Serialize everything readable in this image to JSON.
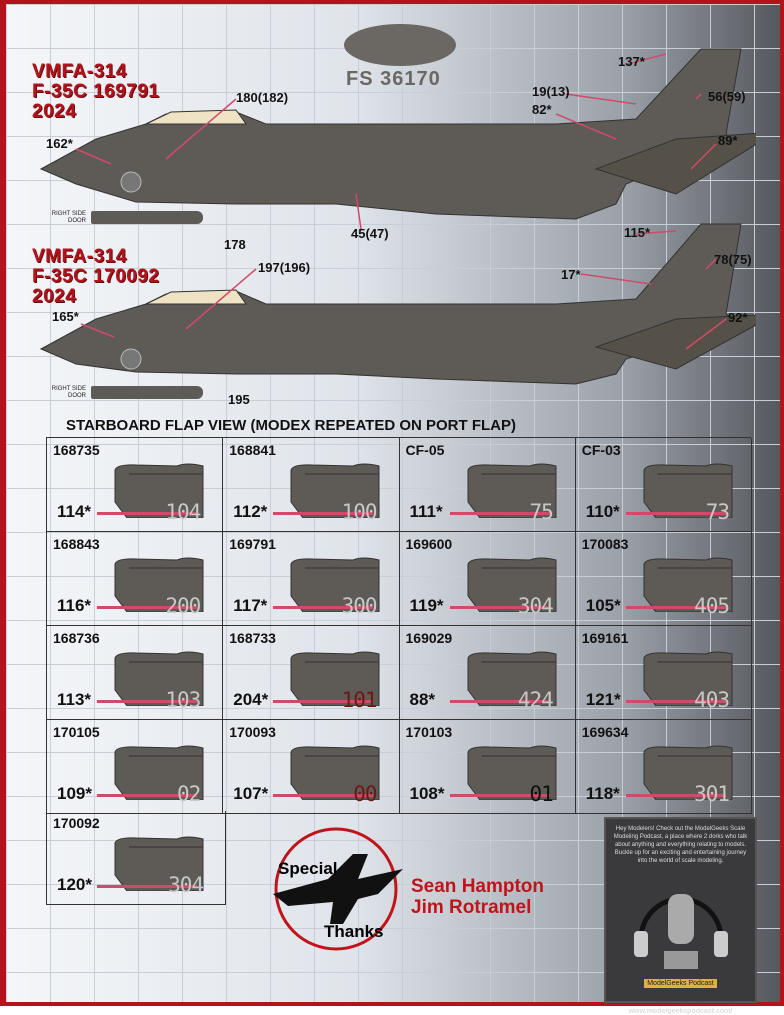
{
  "paint_chip": {
    "label": "FS 36170",
    "color": "#6b6863"
  },
  "aircraft": [
    {
      "title_lines": [
        "VMFA-314",
        "F-35C 169791",
        "2024"
      ],
      "callouts": [
        "137*",
        "19(13)",
        "56(59)",
        "82*",
        "89*",
        "162*",
        "180(182)",
        "45(47)",
        "178"
      ],
      "door_label": "RIGHT SIDE DOOR"
    },
    {
      "title_lines": [
        "VMFA-314",
        "F-35C 170092",
        "2024"
      ],
      "callouts": [
        "115*",
        "17*",
        "78(75)",
        "92*",
        "165*",
        "197(196)",
        "195"
      ],
      "door_label": "RIGHT SIDE DOOR"
    }
  ],
  "flap_view": {
    "heading": "STARBOARD FLAP VIEW (MODEX REPEATED ON PORT FLAP)",
    "cells": [
      {
        "bureau": "168735",
        "ref": "114*",
        "modex": "104",
        "modex_color": "#c8c8c8"
      },
      {
        "bureau": "168841",
        "ref": "112*",
        "modex": "100",
        "modex_color": "#c8c8c8"
      },
      {
        "bureau": "CF-05",
        "ref": "111*",
        "modex": "75",
        "modex_color": "#c8c8c8"
      },
      {
        "bureau": "CF-03",
        "ref": "110*",
        "modex": "73",
        "modex_color": "#c8c8c8"
      },
      {
        "bureau": "168843",
        "ref": "116*",
        "modex": "200",
        "modex_color": "#c8c8c8"
      },
      {
        "bureau": "169791",
        "ref": "117*",
        "modex": "300",
        "modex_color": "#c8c8c8"
      },
      {
        "bureau": "169600",
        "ref": "119*",
        "modex": "304",
        "modex_color": "#c8c8c8"
      },
      {
        "bureau": "170083",
        "ref": "105*",
        "modex": "405",
        "modex_color": "#c8c8c8"
      },
      {
        "bureau": "168736",
        "ref": "113*",
        "modex": "103",
        "modex_color": "#c8c8c8"
      },
      {
        "bureau": "168733",
        "ref": "204*",
        "modex": "101",
        "modex_color": "#6a1a12"
      },
      {
        "bureau": "169029",
        "ref": "88*",
        "modex": "424",
        "modex_color": "#c8c8c8"
      },
      {
        "bureau": "169161",
        "ref": "121*",
        "modex": "403",
        "modex_color": "#c8c8c8"
      },
      {
        "bureau": "170105",
        "ref": "109*",
        "modex": "02",
        "modex_color": "#c8c8c8"
      },
      {
        "bureau": "170093",
        "ref": "107*",
        "modex": "00",
        "modex_color": "#6a1a12"
      },
      {
        "bureau": "170103",
        "ref": "108*",
        "modex": "01",
        "modex_color": "#111111"
      },
      {
        "bureau": "169634",
        "ref": "118*",
        "modex": "301",
        "modex_color": "#c8c8c8"
      },
      {
        "bureau": "170092",
        "ref": "120*",
        "modex": "304",
        "modex_color": "#c8c8c8"
      }
    ]
  },
  "thanks": {
    "line1": "Special",
    "line2": "Thanks",
    "names": [
      "Sean Hampton",
      "Jim Rotramel"
    ]
  },
  "podcast": {
    "blurb": "Hey Modelers! Check out the ModelGeeks Scale Modeling Podcast, a place where 2 dorks who talk about anything and everything relating to models. Buckle up for an exciting and entertaining journey into the world of scale modeling.",
    "logo_text": "ModelGeeks Podcast",
    "url": "www.modelgeekspodcast.com/"
  },
  "colors": {
    "accent": "#b3141b",
    "leader": "#d24a6a",
    "aircraft": "#5e5a55",
    "canopy": "#efe3c4"
  }
}
